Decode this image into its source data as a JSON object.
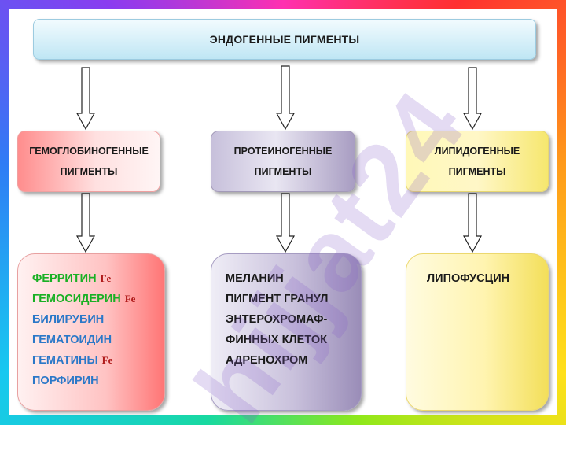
{
  "title": "ЭНДОГЕННЫЕ ПИГМЕНТЫ",
  "categories": {
    "hem": {
      "line1": "ГЕМОГЛОБИНОГЕННЫЕ",
      "line2": "ПИГМЕНТЫ"
    },
    "pro": {
      "line1": "ПРОТЕИНОГЕННЫЕ",
      "line2": "ПИГМЕНТЫ"
    },
    "lip": {
      "line1": "ЛИПИДОГЕННЫЕ",
      "line2": "ПИГМЕНТЫ"
    }
  },
  "hem_items": [
    {
      "name": "ФЕРРИТИН",
      "fe": "Fe"
    },
    {
      "name": "ГЕМОСИДЕРИН",
      "fe": "Fe"
    },
    {
      "name": "БИЛИРУБИН",
      "fe": ""
    },
    {
      "name": "ГЕМАТОИДИН",
      "fe": ""
    },
    {
      "name": "ГЕМАТИНЫ",
      "fe": "Fe"
    },
    {
      "name": "ПОРФИРИН",
      "fe": ""
    }
  ],
  "pro_items": [
    "МЕЛАНИН",
    "ПИГМЕНТ ГРАНУЛ",
    "ЭНТЕРОХРОМАФ-",
    "ФИННЫХ КЛЕТОК",
    "АДРЕНОХРОМ"
  ],
  "lip_items": [
    "ЛИПОФУСЦИН"
  ],
  "watermark": "hijjat24",
  "colors": {
    "hem_green": "#19b024",
    "hem_blue": "#2b78c8",
    "fe_red": "#b01a1a"
  }
}
